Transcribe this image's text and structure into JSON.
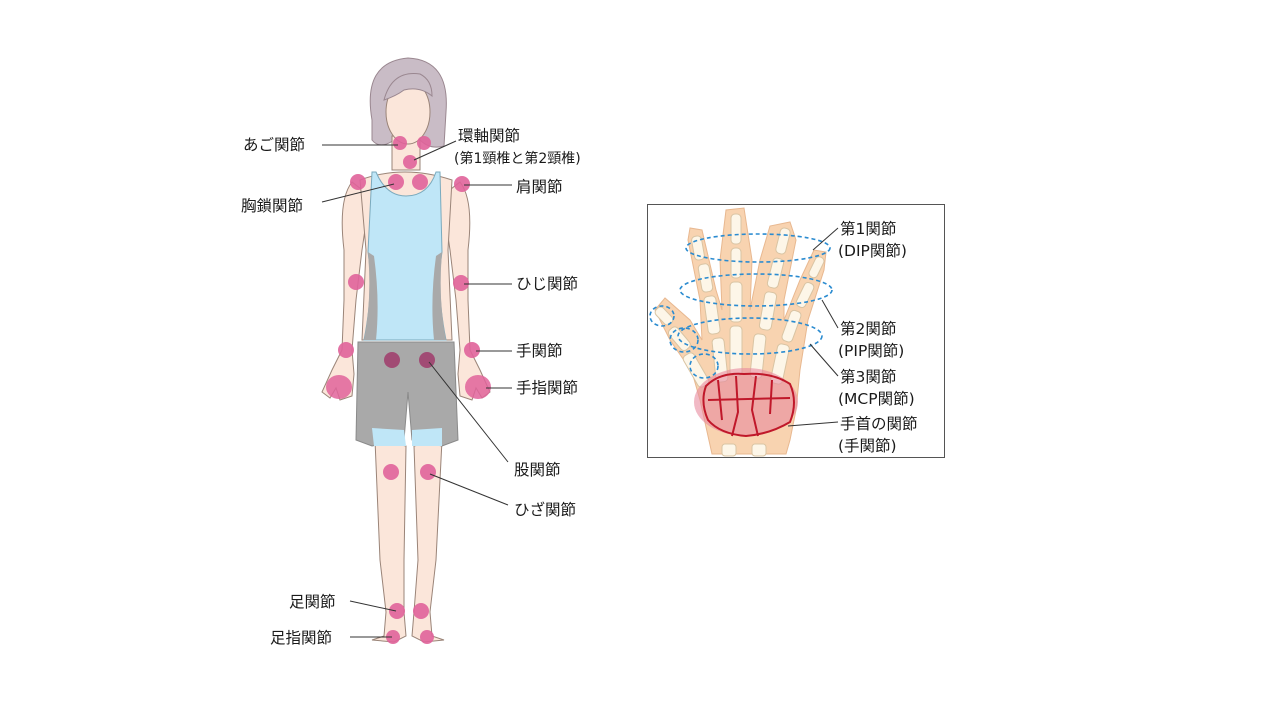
{
  "body_labels": {
    "jaw": "あご関節",
    "atlantoaxial": "環軸関節",
    "atlantoaxial_sub": "(第1頸椎と第2頸椎)",
    "sternoclavicular": "胸鎖関節",
    "shoulder": "肩関節",
    "elbow": "ひじ関節",
    "wrist": "手関節",
    "finger": "手指関節",
    "hip": "股関節",
    "knee": "ひざ関節",
    "ankle": "足関節",
    "toe": "足指関節"
  },
  "hand_labels": {
    "dip": "第1関節",
    "dip_sub": "(DIP関節)",
    "pip": "第2関節",
    "pip_sub": "(PIP関節)",
    "mcp": "第3関節",
    "mcp_sub": "(MCP関節)",
    "carpal": "手首の関節",
    "carpal_sub": "(手関節)"
  },
  "colors": {
    "joint_marker": "#e0639a",
    "hip_marker": "#a0406e",
    "skin": "#fbe6da",
    "skin_outline": "#9a8478",
    "shirt": "#bfe6f7",
    "shorts": "#a9a9a9",
    "hair": "#c9bcc6",
    "bone": "#fdf6e8",
    "hand_skin": "#f8d3b0",
    "joint_ring": "#2a8bd0",
    "wrist_highlight": "#e88a9e",
    "carpal_outline": "#c0182a"
  }
}
